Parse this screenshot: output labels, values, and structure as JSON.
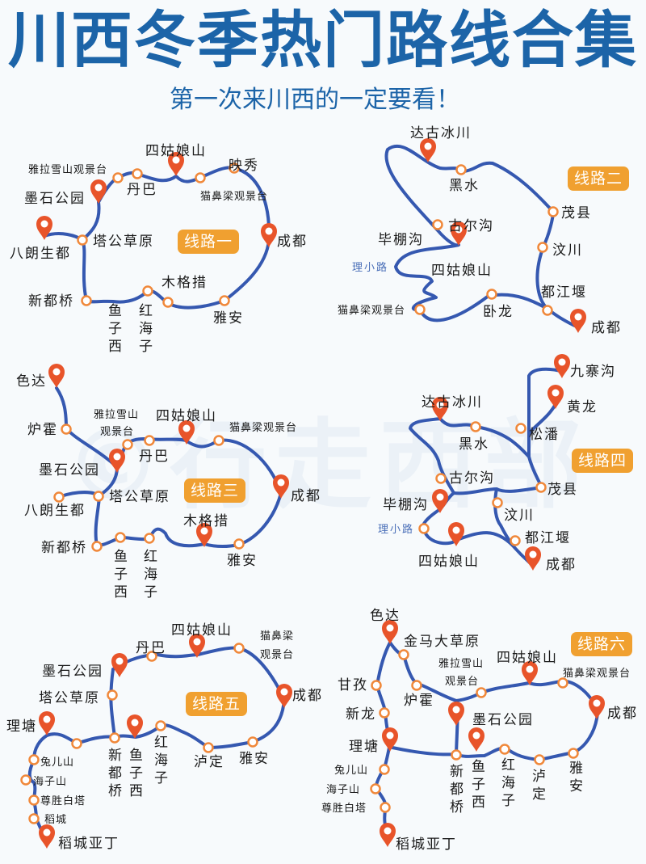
{
  "header": {
    "title": "川西冬季热门路线合集",
    "subtitle": "第一次来川西的一定要看！"
  },
  "watermark": "©行走西部",
  "colors": {
    "title": "#1c64a8",
    "route_line": "#3558b0",
    "badge": "#f0a030",
    "pin": "#e8542a",
    "stop_ring": "#f0883a"
  },
  "routes": [
    {
      "badge": "线路一",
      "labels": [
        "四姑娘山",
        "雅拉雪山观景台",
        "映秀",
        "墨石公园",
        "丹巴",
        "猫鼻梁观景台",
        "八朗生都",
        "塔公草原",
        "成都",
        "木格措",
        "新都桥",
        "鱼子西",
        "红海子",
        "雅安"
      ]
    },
    {
      "badge": "线路二",
      "labels": [
        "达古冰川",
        "黑水",
        "茂县",
        "古尔沟",
        "毕棚沟",
        "汶川",
        "理小路",
        "四姑娘山",
        "都江堰",
        "猫鼻梁观景台",
        "卧龙",
        "成都"
      ]
    },
    {
      "badge": "线路三",
      "labels": [
        "色达",
        "炉霍",
        "雅拉雪山",
        "观景台",
        "四姑娘山",
        "猫鼻梁观景台",
        "丹巴",
        "墨石公园",
        "八朗生都",
        "塔公草原",
        "成都",
        "木格措",
        "新都桥",
        "鱼子西",
        "红海子",
        "雅安"
      ]
    },
    {
      "badge": "线路四",
      "labels": [
        "九寨沟",
        "黄龙",
        "达古冰川",
        "黑水",
        "松潘",
        "古尔沟",
        "茂县",
        "毕棚沟",
        "汶川",
        "理小路",
        "都江堰",
        "四姑娘山",
        "成都"
      ]
    },
    {
      "badge": "线路五",
      "labels": [
        "四姑娘山",
        "猫鼻梁",
        "观景台",
        "丹巴",
        "墨石公园",
        "塔公草原",
        "成都",
        "理塘",
        "新都桥",
        "鱼子西",
        "红海子",
        "泸定",
        "雅安",
        "兔儿山",
        "海子山",
        "尊胜白塔",
        "稻城",
        "稻城亚丁"
      ]
    },
    {
      "badge": "线路六",
      "labels": [
        "色达",
        "金马大草原",
        "雅拉雪山",
        "观景台",
        "四姑娘山",
        "猫鼻梁观景台",
        "甘孜",
        "炉霍",
        "新龙",
        "墨石公园",
        "成都",
        "理塘",
        "新都桥",
        "鱼子西",
        "红海子",
        "泸定",
        "雅安",
        "兔儿山",
        "海子山",
        "尊胜白塔",
        "稻城亚丁"
      ]
    }
  ]
}
